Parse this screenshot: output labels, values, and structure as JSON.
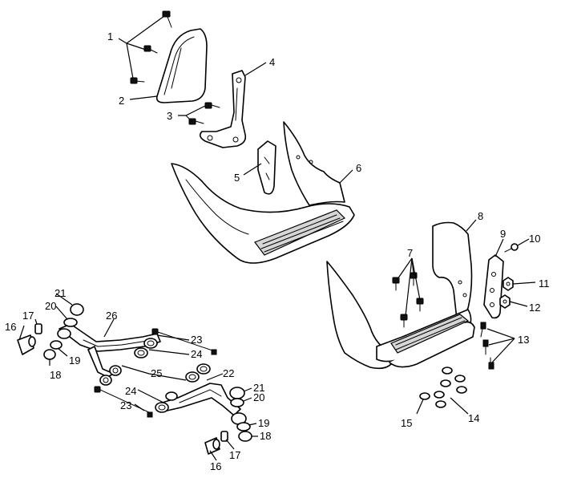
{
  "callouts": {
    "c1": "1",
    "c2": "2",
    "c3": "3",
    "c4": "4",
    "c5": "5",
    "c6": "6",
    "c7": "7",
    "c8": "8",
    "c9": "9",
    "c10": "10",
    "c11": "11",
    "c12": "12",
    "c13": "13",
    "c14": "14",
    "c15": "15",
    "c16a": "16",
    "c16b": "16",
    "c17a": "17",
    "c17b": "17",
    "c18a": "18",
    "c18b": "18",
    "c19a": "19",
    "c19b": "19",
    "c20a": "20",
    "c20b": "20",
    "c21a": "21",
    "c21b": "21",
    "c22": "22",
    "c23a": "23",
    "c23b": "23",
    "c24a": "24",
    "c24b": "24",
    "c25": "25",
    "c26": "26"
  },
  "colors": {
    "ink": "#000000",
    "paper": "#ffffff"
  }
}
